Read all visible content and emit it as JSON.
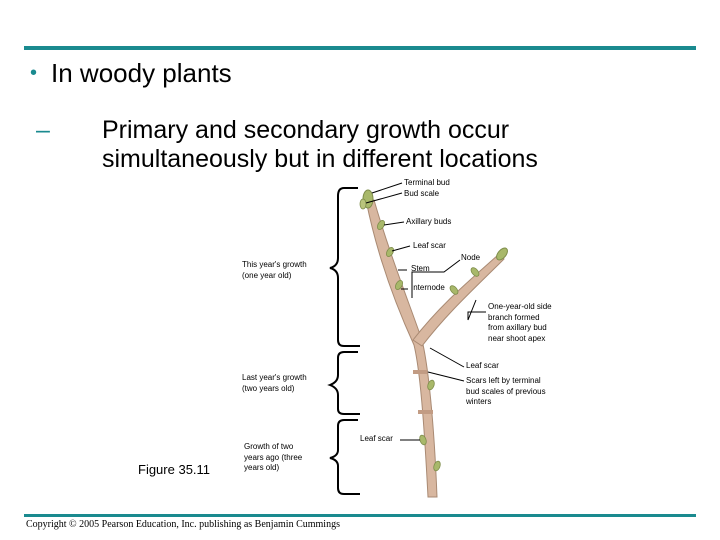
{
  "bullets": {
    "level1": "In woody plants",
    "level2": "Primary and secondary growth occur simultaneously but in different locations"
  },
  "labels": {
    "terminal_bud": "Terminal bud",
    "bud_scale": "Bud scale",
    "axillary_buds": "Axillary buds",
    "leaf_scar_1": "Leaf scar",
    "node": "Node",
    "stem": "Stem",
    "internode": "Internode",
    "side_branch": [
      "One-year-old side",
      "branch formed",
      "from axillary bud",
      "near shoot apex"
    ],
    "this_years_growth": [
      "This year's growth",
      "(one year old)"
    ],
    "leaf_scar_2": "Leaf scar",
    "scars_left": [
      "Scars left by terminal",
      "bud scales of previous",
      "winters"
    ],
    "last_years_growth": [
      "Last year's growth",
      "(two years old)"
    ],
    "leaf_scar_3": "Leaf scar",
    "growth_two_years": [
      "Growth of two",
      "years ago (three",
      "years old)"
    ]
  },
  "figure_label": "Figure 35.11",
  "copyright": "Copyright © 2005 Pearson Education, Inc. publishing as Benjamin Cummings",
  "colors": {
    "accent": "#1a8a8f",
    "stem": "#d8b7a0",
    "bud": "#a8b86a"
  }
}
